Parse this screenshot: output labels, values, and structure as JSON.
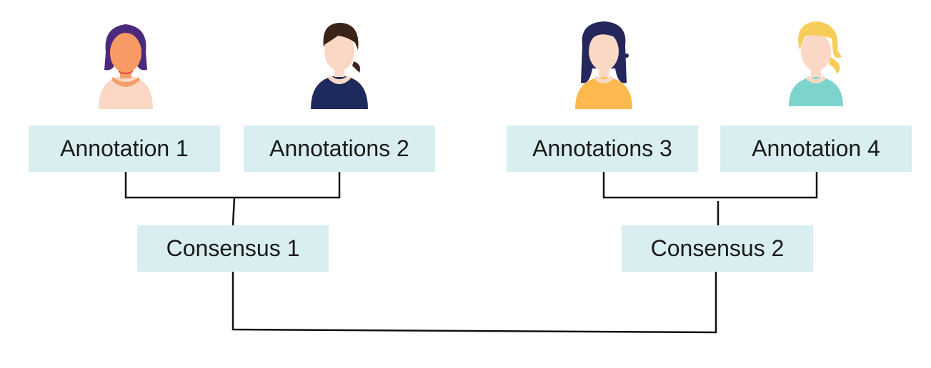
{
  "annotators": [
    {
      "label": "Annotation 1",
      "icon": "woman-purple-hair-avatar-icon"
    },
    {
      "label": "Annotations 2",
      "icon": "woman-brown-hair-avatar-icon"
    },
    {
      "label": "Annotations 3",
      "icon": "woman-navy-hair-avatar-icon"
    },
    {
      "label": "Annotation 4",
      "icon": "woman-blonde-hair-avatar-icon"
    }
  ],
  "consensus": [
    {
      "label": "Consensus 1"
    },
    {
      "label": "Consensus 2"
    }
  ],
  "colors": {
    "box_fill": "#d9eef0",
    "line": "#111111",
    "text": "#1a1a1a"
  }
}
